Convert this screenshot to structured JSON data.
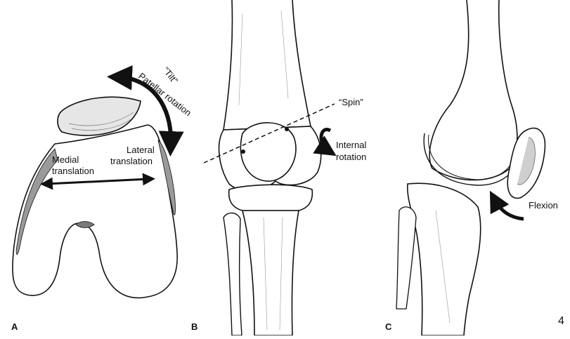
{
  "panels": {
    "a": {
      "letter": "A",
      "tilt_label": "“Tilt”",
      "patellar_rotation_label": "Patellar rotation",
      "medial_line1": "Medial",
      "medial_line2": "translation",
      "lateral_line1": "Lateral",
      "lateral_line2": "translation"
    },
    "b": {
      "letter": "B",
      "spin_label": "“Spin”",
      "internal_line1": "Internal",
      "internal_line2": "rotation"
    },
    "c": {
      "letter": "C",
      "flexion_label": "Flexion"
    }
  },
  "page_number": "4"
}
